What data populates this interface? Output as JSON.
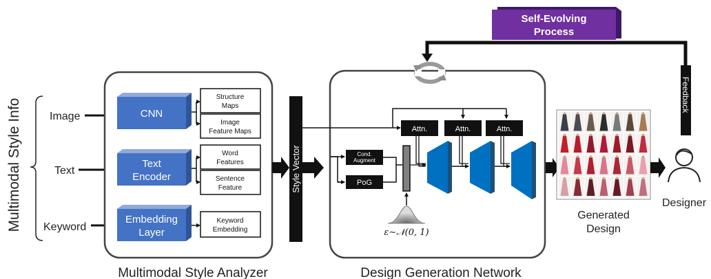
{
  "side_label": "Multimodal Style Info",
  "inputs": {
    "image": "Image",
    "text": "Text",
    "keyword": "Keyword"
  },
  "analyzer": {
    "title": "Multimodal Style Analyzer",
    "encoders": {
      "cnn": "CNN",
      "text_encoder_1": "Text",
      "text_encoder_2": "Encoder",
      "embedding_1": "Embedding",
      "embedding_2": "Layer"
    },
    "features": {
      "structure_1": "Structure",
      "structure_2": "Maps",
      "image_feat_1": "Image",
      "image_feat_2": "Feature Maps",
      "word_1": "Word",
      "word_2": "Features",
      "sentence_1": "Sentence",
      "sentence_2": "Feature",
      "keyword_1": "Keyword",
      "keyword_2": "Embedding"
    }
  },
  "style_vector": "Style Vector",
  "network": {
    "title": "Design Generation Network",
    "cond_1": "Cond.",
    "cond_2": "Augment",
    "pog": "PoG",
    "attn": [
      "Attn.",
      "Attn.",
      "Attn."
    ],
    "noise": "ε∼𝒩(0, 1)"
  },
  "self_evolving": {
    "line1": "Self-Evolving",
    "line2": "Process",
    "color": "#7030a0"
  },
  "feedback": "Feedback",
  "generated": {
    "line1": "Generated",
    "line2": "Design"
  },
  "designer": "Designer",
  "colors": {
    "encoder_blue": "#4472c4",
    "generator_blue": "#0070c0",
    "dark": "#111111"
  }
}
